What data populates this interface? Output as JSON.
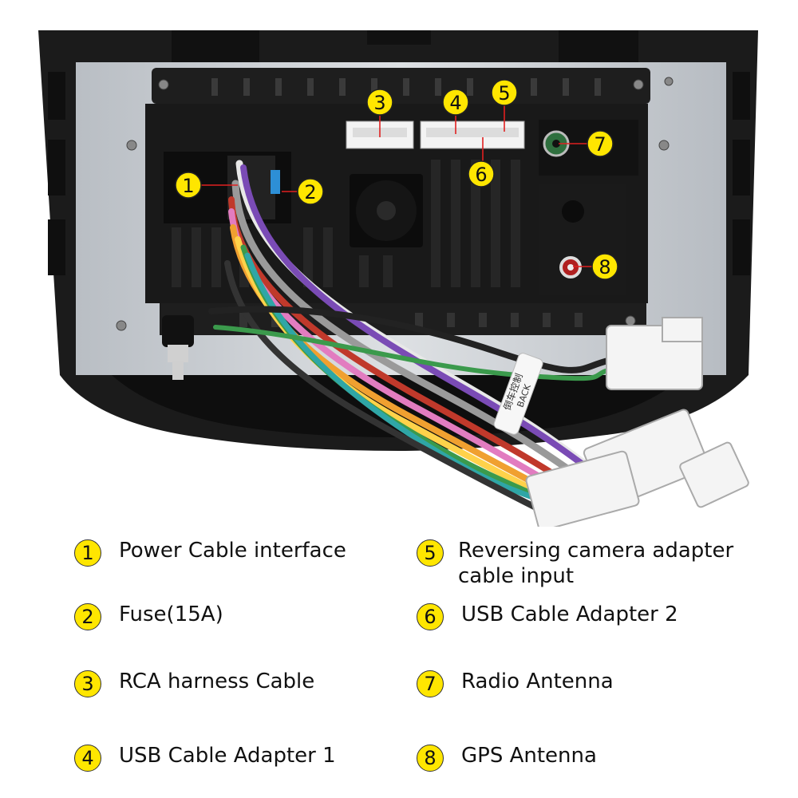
{
  "legend": [
    {
      "number": "1",
      "label": "Power Cable interface"
    },
    {
      "number": "2",
      "label": "Fuse(15A)"
    },
    {
      "number": "3",
      "label": "RCA harness Cable"
    },
    {
      "number": "4",
      "label": "USB Cable Adapter 1"
    },
    {
      "number": "5",
      "label": "Reversing camera adapter cable input"
    },
    {
      "number": "6",
      "label": "USB Cable Adapter 2"
    },
    {
      "number": "7",
      "label": "Radio Antenna"
    },
    {
      "number": "8",
      "label": "GPS Antenna"
    }
  ],
  "photo": {
    "cable_tag_line1": "倒车控制",
    "cable_tag_line2": "BACK"
  },
  "colors": {
    "badge_fill": "#ffe600",
    "frame": "#1b1b1b",
    "panel": "#cfd3d8",
    "unit_body": "#1a1a1a"
  }
}
